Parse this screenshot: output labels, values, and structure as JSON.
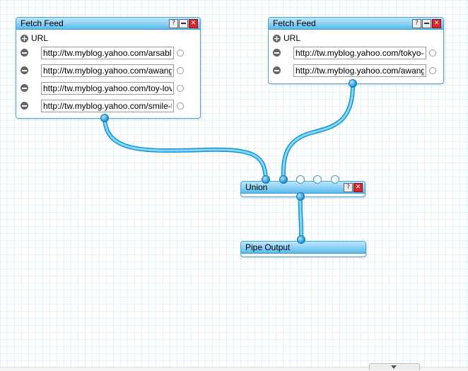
{
  "modules": {
    "fetch1": {
      "title": "Fetch Feed",
      "url_label": "URL",
      "urls": [
        "http://tw.myblog.yahoo.com/arsablue",
        "http://tw.myblog.yahoo.com/awanghsu",
        "http://tw.myblog.yahoo.com/toy-love",
        "http://tw.myblog.yahoo.com/smile-tw"
      ]
    },
    "fetch2": {
      "title": "Fetch Feed",
      "url_label": "URL",
      "urls": [
        "http://tw.myblog.yahoo.com/tokyo-diary",
        "http://tw.myblog.yahoo.com/awangtw"
      ]
    },
    "union": {
      "title": "Union"
    },
    "output": {
      "title": "Pipe Output"
    }
  },
  "title_buttons": {
    "help": "?",
    "minimize": "",
    "close": "✕"
  },
  "colors": {
    "accent": "#4aa6d8",
    "wire": "#3cc0ef",
    "close": "#d8262b"
  }
}
